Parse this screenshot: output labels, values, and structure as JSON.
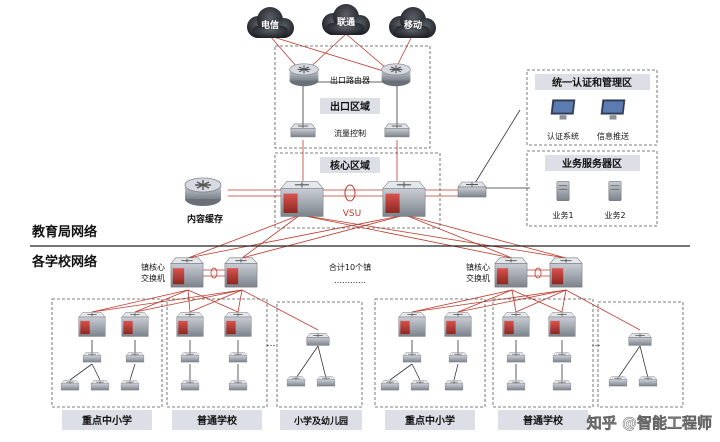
{
  "clouds": [
    {
      "label": "电信"
    },
    {
      "label": "联通"
    },
    {
      "label": "移动"
    }
  ],
  "exit_zone": {
    "router_label": "出口路由器",
    "zone_title": "出口区域",
    "flow_label": "流量控制"
  },
  "core_zone": {
    "title": "核心区域",
    "vsu_label": "VSU"
  },
  "content_cache": {
    "label": "内容缓存"
  },
  "auth_zone": {
    "title": "统一认证和管理区",
    "items": [
      "认证系统",
      "信息推送"
    ]
  },
  "service_zone": {
    "title": "业务服务器区",
    "items": [
      "业务1",
      "业务2"
    ]
  },
  "section_titles": {
    "education_bureau": "教育局网络",
    "schools": "各学校网络"
  },
  "town_core": {
    "left_label_line1": "镇核心",
    "left_label_line2": "交换机",
    "right_label_line1": "镇核心",
    "right_label_line2": "交换机",
    "total_label": "合计10个镇",
    "total_dots": "…………",
    "ellipsis": "…"
  },
  "school_boxes": [
    {
      "label": "重点中小学"
    },
    {
      "label": "普通学校"
    },
    {
      "label": "小学及幼儿园"
    },
    {
      "label": "重点中小学"
    },
    {
      "label": "普通学校"
    }
  ],
  "watermark": "知乎 @智能工程师",
  "colors": {
    "link_red": "#c0392b",
    "device_gray": "#8a9099",
    "label_box": "#dcdfe6",
    "dashed_border": "#555555",
    "core_red": "#b93a33"
  }
}
